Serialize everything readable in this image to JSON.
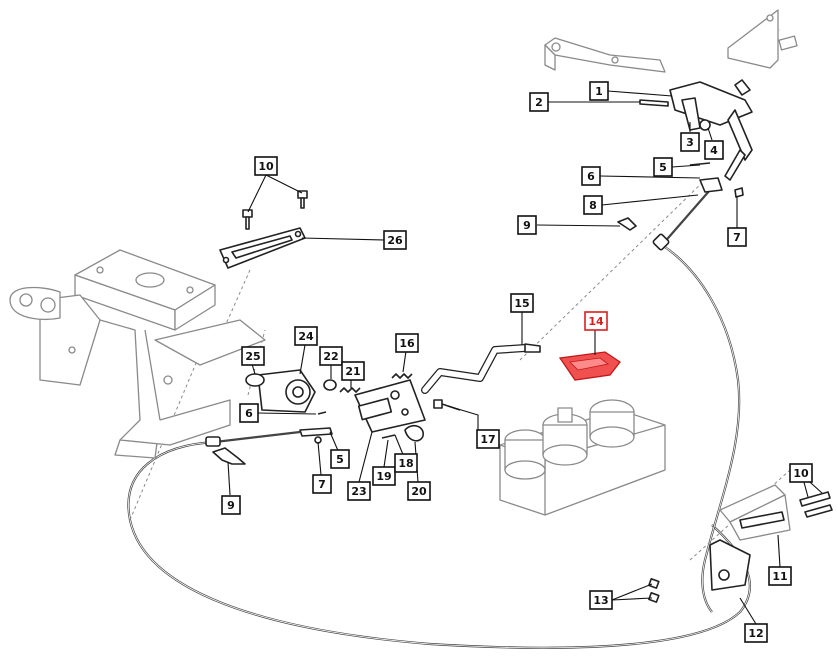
{
  "highlight_color": "#d82020",
  "highlighted_label": "14",
  "labels": [
    "1",
    "2",
    "3",
    "4",
    "5",
    "6",
    "7",
    "8",
    "9",
    "10",
    "11",
    "12",
    "13",
    "14",
    "15",
    "16",
    "17",
    "18",
    "19",
    "20",
    "21",
    "22",
    "23",
    "24",
    "25",
    "26"
  ]
}
